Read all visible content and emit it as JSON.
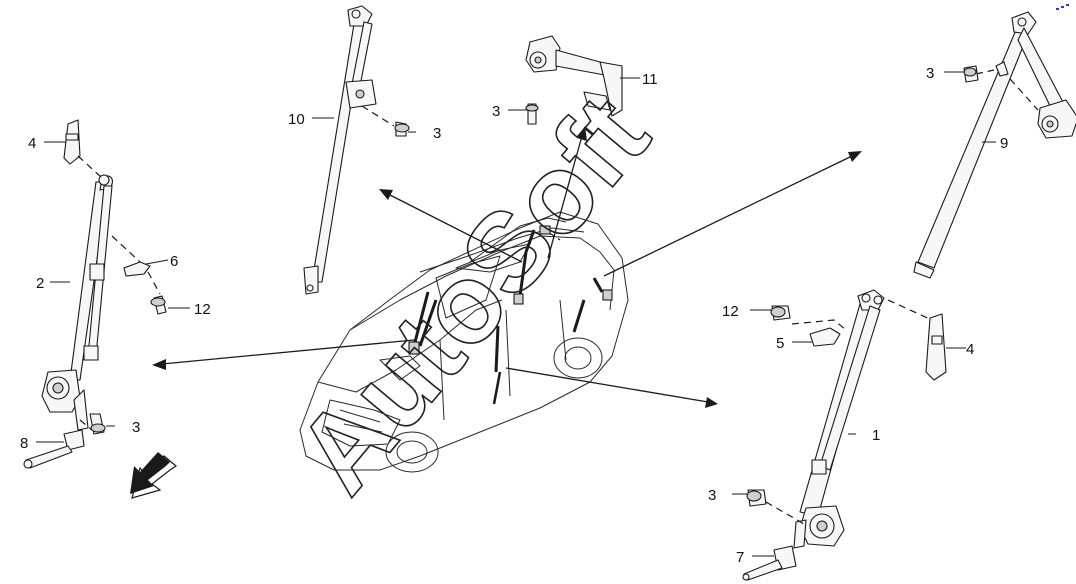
{
  "callouts": [
    {
      "id": "c-1",
      "text": "1"
    },
    {
      "id": "c-2",
      "text": "2"
    },
    {
      "id": "c-3a",
      "text": "3"
    },
    {
      "id": "c-3b",
      "text": "3"
    },
    {
      "id": "c-3c",
      "text": "3"
    },
    {
      "id": "c-3d",
      "text": "3"
    },
    {
      "id": "c-3e",
      "text": "3"
    },
    {
      "id": "c-4a",
      "text": "4"
    },
    {
      "id": "c-4b",
      "text": "4"
    },
    {
      "id": "c-5",
      "text": "5"
    },
    {
      "id": "c-6",
      "text": "6"
    },
    {
      "id": "c-7",
      "text": "7"
    },
    {
      "id": "c-8",
      "text": "8"
    },
    {
      "id": "c-9",
      "text": "9"
    },
    {
      "id": "c-10",
      "text": "10"
    },
    {
      "id": "c-11",
      "text": "11"
    },
    {
      "id": "c-12a",
      "text": "12"
    },
    {
      "id": "c-12b",
      "text": "12"
    }
  ],
  "watermark": "AutoSoft",
  "colors": {
    "ink": "#1a1a1a",
    "background": "#ffffff",
    "corner_mark": "#3333cc"
  },
  "icons": [
    "front-direction-arrow-icon",
    "corner-mark-icon"
  ]
}
